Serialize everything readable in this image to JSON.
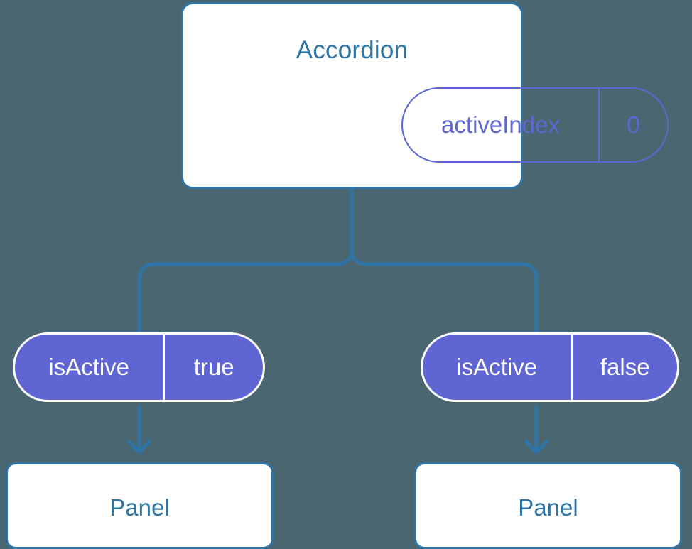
{
  "diagram": {
    "title": "Accordion component state/props tree",
    "background_color": "#4a6670",
    "accent_blue": "#2f74a4",
    "accent_purple": "#5f66d4"
  },
  "accordion": {
    "title": "Accordion",
    "state": {
      "key": "activeIndex",
      "value": "0"
    }
  },
  "children": [
    {
      "prop": {
        "key": "isActive",
        "value": "true"
      },
      "panel": {
        "title": "Panel"
      }
    },
    {
      "prop": {
        "key": "isActive",
        "value": "false"
      },
      "panel": {
        "title": "Panel"
      }
    }
  ]
}
